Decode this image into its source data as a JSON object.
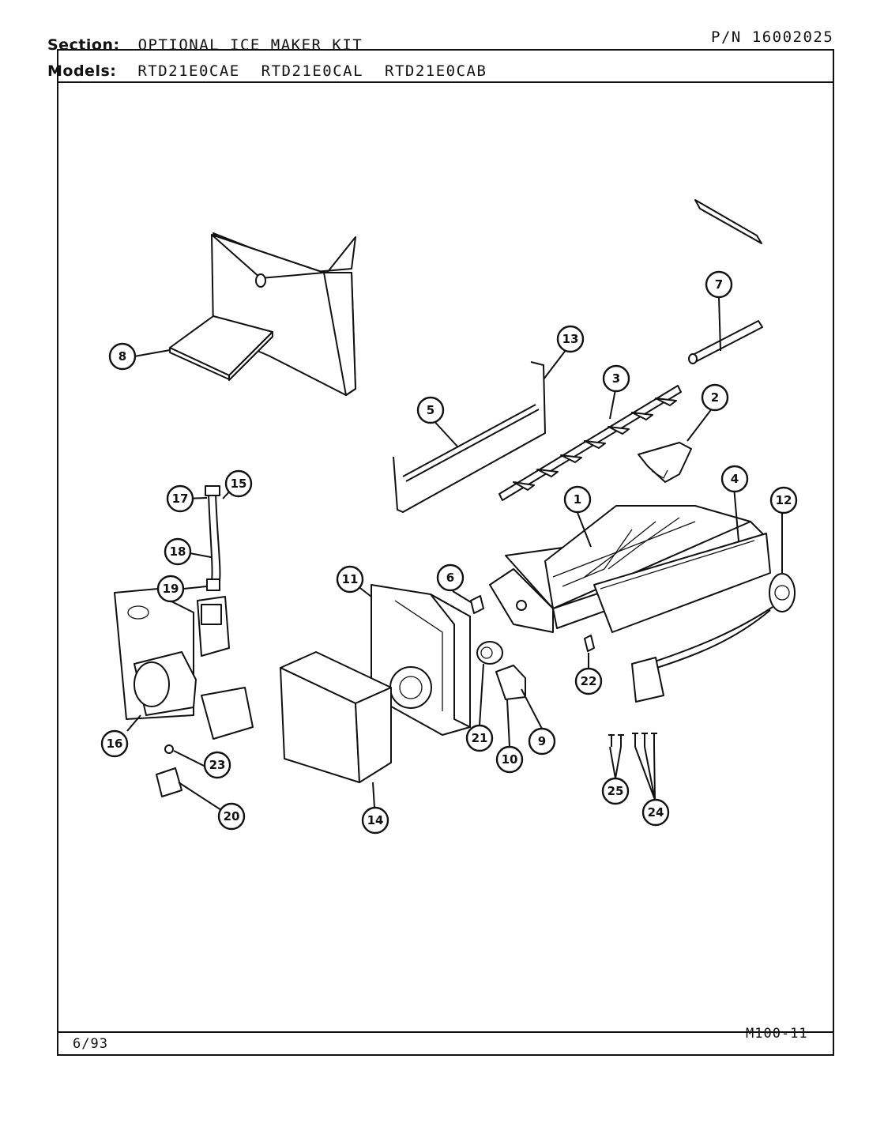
{
  "header": {
    "section_label": "Section:",
    "section_value": "OPTIONAL ICE MAKER KIT",
    "pn": "P/N 16002025",
    "models_label": "Models:",
    "models": [
      "RTD21E0CAE",
      "RTD21E0CAL",
      "RTD21E0CAB"
    ]
  },
  "footer": {
    "date": "6/93",
    "code": "M100-11"
  },
  "callouts": [
    "1",
    "2",
    "3",
    "4",
    "5",
    "6",
    "7",
    "8",
    "9",
    "10",
    "11",
    "12",
    "13",
    "14",
    "15",
    "16",
    "17",
    "18",
    "19",
    "20",
    "21",
    "22",
    "23",
    "24",
    "25"
  ]
}
